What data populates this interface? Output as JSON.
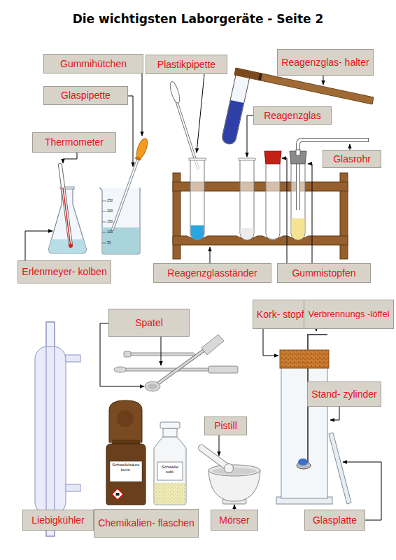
{
  "diagram": {
    "title": "Die wichtigsten Laborgeräte - Seite 2",
    "nodes": [
      {
        "text": [
          "Gummihütchen"
        ]
      },
      {
        "text": [
          "Plastikpipette"
        ]
      },
      {
        "text": [
          "Reagenzglas- halter"
        ]
      },
      {
        "text": [
          "Glaspipette"
        ]
      },
      {
        "text": [
          "Reagenzglas"
        ]
      },
      {
        "text": [
          "Thermometer"
        ]
      },
      {
        "text": [
          "Glasrohr"
        ]
      },
      {
        "text": [
          "Erlenmeyer- kolben"
        ]
      },
      {
        "text": [
          "Reagenzglasständer"
        ]
      },
      {
        "text": [
          "Gummistopfen"
        ]
      },
      {
        "text": [
          "Spatel"
        ]
      },
      {
        "text": [
          "Kork- stopfen"
        ]
      },
      {
        "text": [
          "Verbrennungs -löffel"
        ]
      },
      {
        "text": [
          "Stand- zylinder"
        ]
      },
      {
        "text": [
          "Pistill"
        ]
      },
      {
        "text": [
          "Chemikalien- flaschen"
        ]
      },
      {
        "text": [
          "Liebigkühler"
        ]
      },
      {
        "text": [
          "Mörser"
        ]
      },
      {
        "text": [
          "Glasplatte"
        ]
      }
    ],
    "labels": [
      "Schwefelsäure konz.",
      "Schwefel subl.",
      "250",
      "200",
      "150",
      "100",
      "50"
    ]
  }
}
